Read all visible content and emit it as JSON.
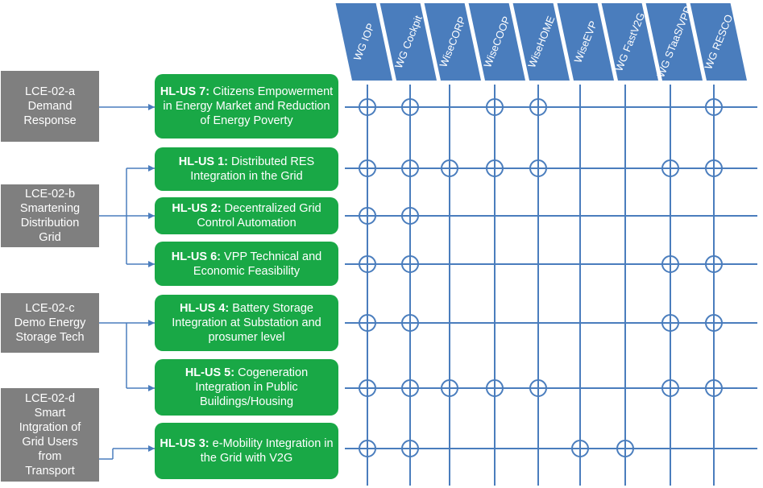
{
  "working_groups": [
    {
      "label": "WG IOP"
    },
    {
      "label": "WG Cockpit"
    },
    {
      "label": "WiseCORP"
    },
    {
      "label": "WiseCOOP"
    },
    {
      "label": "WiseHOME"
    },
    {
      "label": "WiseEVP"
    },
    {
      "label": "WG FastV2G"
    },
    {
      "label": "WG STaaS/VPP"
    },
    {
      "label": "WG RESCO"
    }
  ],
  "lce_objectives": [
    {
      "lines": [
        "LCE-02-a",
        "Demand",
        "Response"
      ]
    },
    {
      "lines": [
        "LCE-02-b",
        "Smartening",
        "Distribution",
        "Grid"
      ]
    },
    {
      "lines": [
        "LCE-02-c",
        "Demo Energy",
        "Storage Tech"
      ]
    },
    {
      "lines": [
        "LCE-02-d",
        "Smart",
        "Intgration of",
        "Grid Users",
        "from",
        "Transport"
      ]
    }
  ],
  "use_cases": [
    {
      "id": "HL-US 7:",
      "title": "Citizens Empowerment in Energy Market and Reduction of Energy Poverty",
      "links": [
        1,
        1,
        0,
        1,
        1,
        0,
        0,
        0,
        1
      ]
    },
    {
      "id": "HL-US 1:",
      "title": "Distributed RES Integration in the Grid",
      "links": [
        1,
        1,
        1,
        1,
        1,
        0,
        0,
        1,
        1
      ]
    },
    {
      "id": "HL-US 2:",
      "title": "Decentralized Grid Control Automation",
      "links": [
        1,
        1,
        0,
        0,
        0,
        0,
        0,
        0,
        0
      ]
    },
    {
      "id": "HL-US 6:",
      "title": "VPP Technical and Economic Feasibility",
      "links": [
        1,
        1,
        0,
        0,
        0,
        0,
        0,
        1,
        1
      ]
    },
    {
      "id": "HL-US 4:",
      "title": "Battery Storage Integration at Substation and prosumer level",
      "links": [
        1,
        1,
        0,
        0,
        0,
        0,
        0,
        1,
        1
      ]
    },
    {
      "id": "HL-US 5:",
      "title": "Cogeneration Integration in Public Buildings/Housing",
      "links": [
        1,
        1,
        1,
        1,
        1,
        0,
        0,
        1,
        1
      ]
    },
    {
      "id": "HL-US 3:",
      "title": "e-Mobility Integration in the Grid with V2G",
      "links": [
        1,
        1,
        0,
        0,
        0,
        1,
        1,
        0,
        0
      ]
    }
  ],
  "colors": {
    "lce_box": "#7f7f7f",
    "use_case_box": "#19a846",
    "working_group_box": "#4a7dbd",
    "grid_line": "#4a7dbd",
    "connector": "#4a7dbd"
  }
}
